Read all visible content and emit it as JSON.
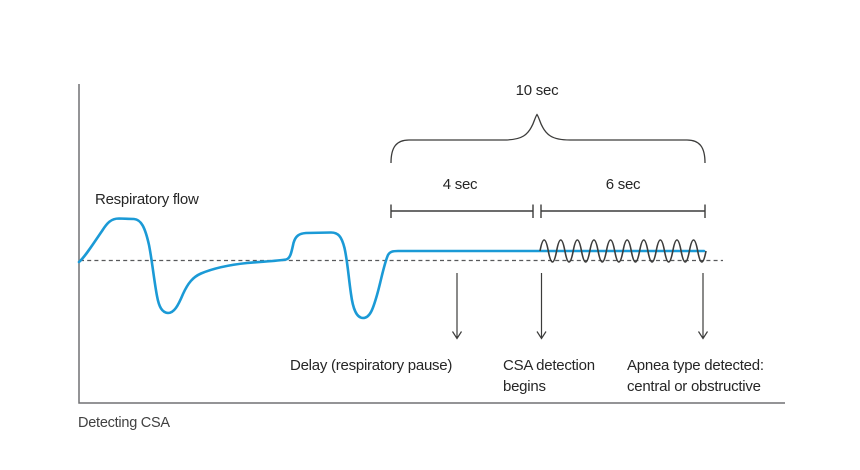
{
  "figure": {
    "caption": "Detecting CSA",
    "flow_label": "Respiratory flow",
    "total_duration_label": "10 sec",
    "delay_duration_label": "4 sec",
    "detection_duration_label": "6 sec",
    "annotations": {
      "delay": "Delay (respiratory pause)",
      "csa_line1": "CSA detection",
      "csa_line2": "begins",
      "apnea_line1": "Apnea type detected:",
      "apnea_line2": "central or obstructive"
    }
  },
  "timing": {
    "total_sec": 10,
    "delay_sec": 4,
    "detection_sec": 6
  },
  "colors": {
    "waveform_blue": "#1b9ad6",
    "annotation_dark": "#3c3c3b",
    "axis_gray": "#707173",
    "baseline_gray": "#58595b",
    "text_dark": "#262626"
  }
}
